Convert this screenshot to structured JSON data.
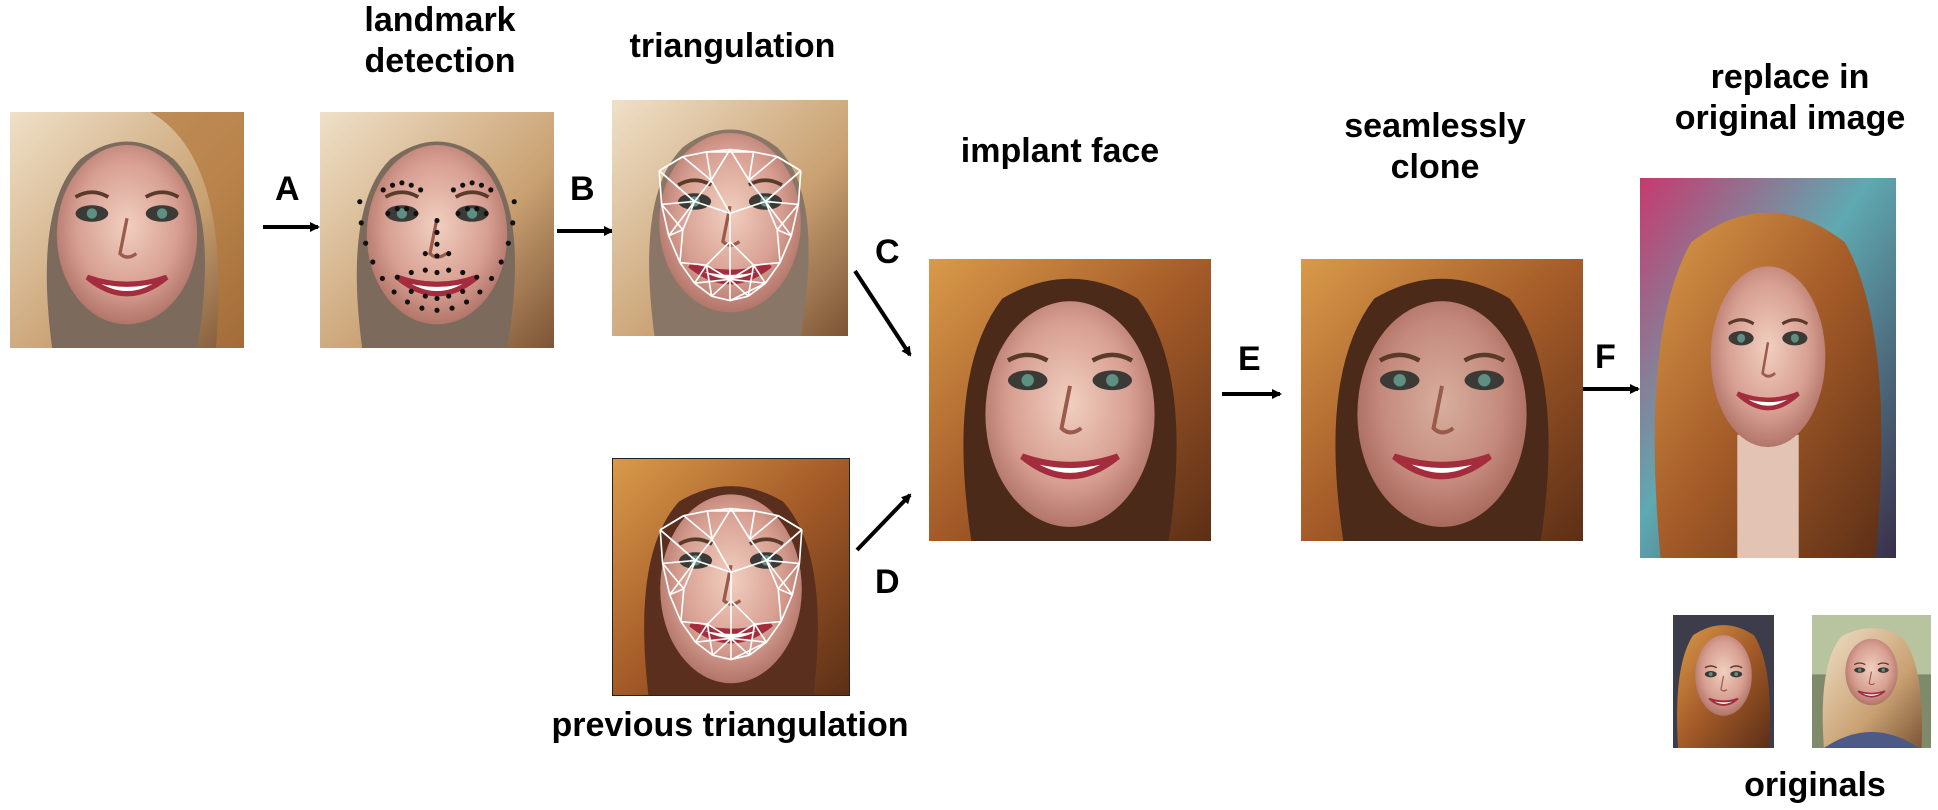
{
  "labels": {
    "landmark_detection": "landmark\ndetection",
    "triangulation": "triangulation",
    "implant_face": "implant face",
    "seamlessly_clone": "seamlessly\nclone",
    "replace_in_original": "replace in\noriginal image",
    "previous_triangulation": "previous triangulation",
    "originals": "originals"
  },
  "steps": {
    "a": "A",
    "b": "B",
    "c": "C",
    "d": "D",
    "e": "E",
    "f": "F"
  },
  "colors": {
    "skin": "#d9a89a",
    "skin_light": "#eccab8",
    "hair": "#b8742e",
    "hair_dark": "#6b3c1c",
    "bg_pink": "#d4407a",
    "bg_teal": "#6fb7bf",
    "mesh": "#ffffff",
    "landmark": "#111111",
    "arrow": "#000000"
  },
  "icons": {
    "painted_face": "painted-face-image",
    "landmarks": "landmark-dots-overlay",
    "mesh": "triangulation-mesh-overlay",
    "arrow": "arrow-icon"
  }
}
